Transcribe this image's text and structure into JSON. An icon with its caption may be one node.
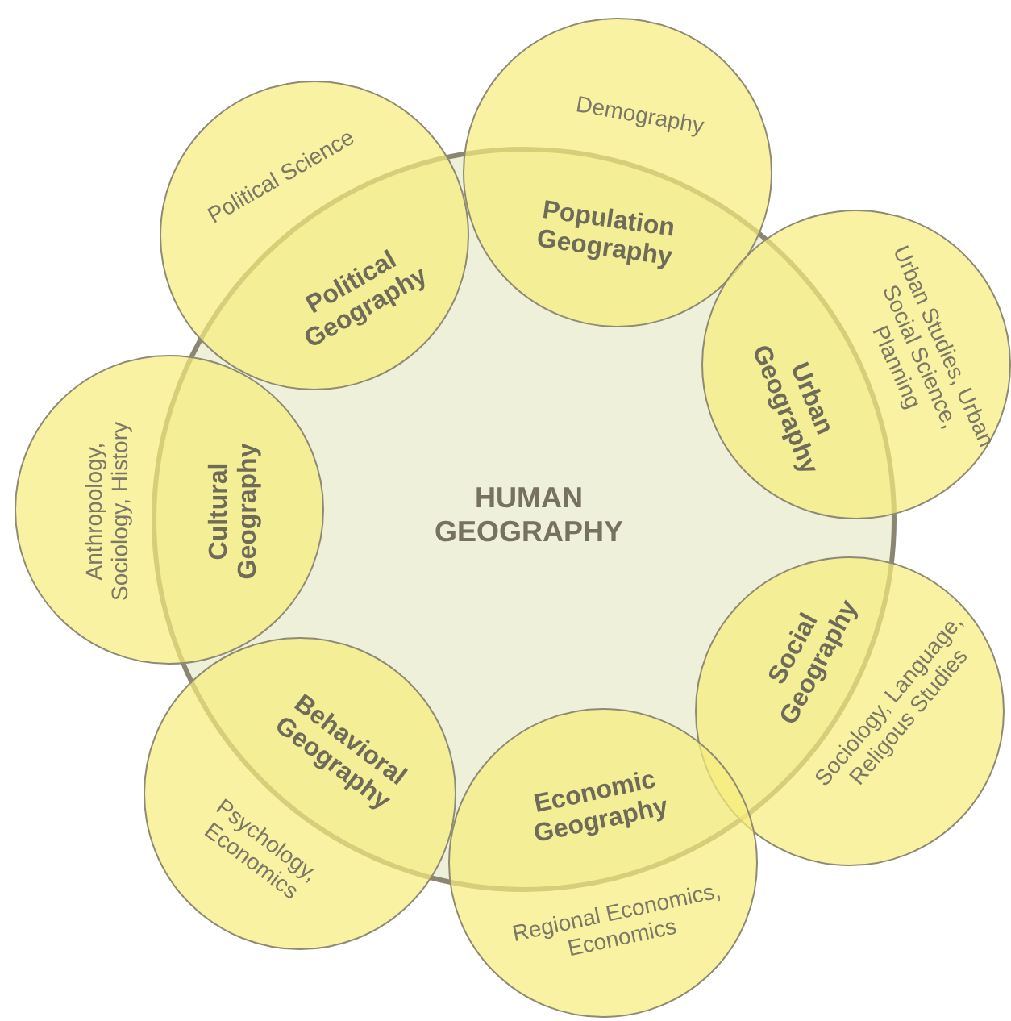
{
  "diagram": {
    "nodes": [
      {
        "text": [
          "HUMAN GEOGRAPHY"
        ]
      },
      {
        "text": [
          "Political Geography",
          "Political Science"
        ]
      },
      {
        "text": [
          "Population Geography",
          "Demography"
        ]
      },
      {
        "text": [
          "Urban Geography",
          "Urban Studies, Urban Social Science, Planning"
        ]
      },
      {
        "text": [
          "Social Geography",
          "Sociology, Language, Religous Studies"
        ]
      },
      {
        "text": [
          "Economic Geography",
          "Regional Economics, Economics"
        ]
      },
      {
        "text": [
          "Behavioral Geography",
          "Psychology, Economics"
        ]
      },
      {
        "text": [
          "Cultural Geography",
          "Anthropology, Sociology, History"
        ]
      }
    ]
  }
}
